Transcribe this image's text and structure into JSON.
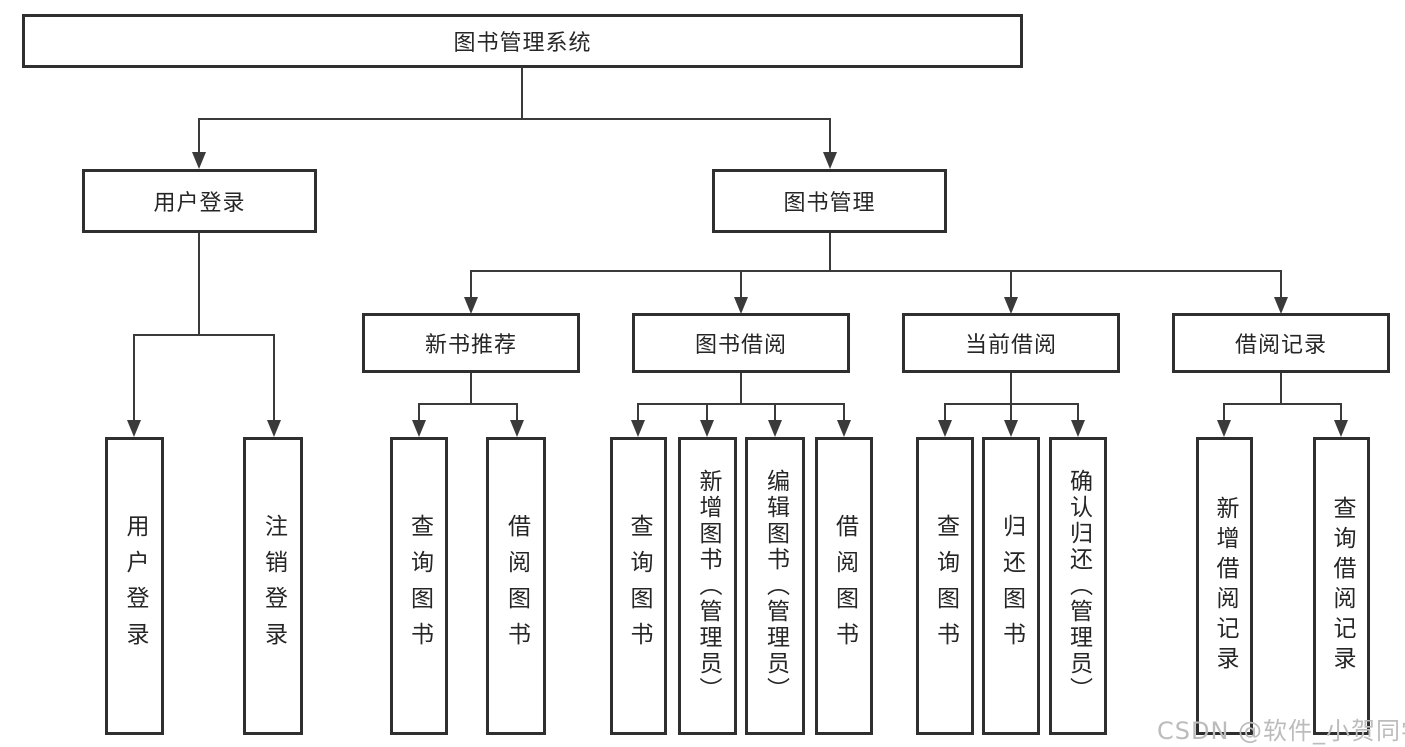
{
  "watermark": "CSDN @软件_小贺同学",
  "colors": {
    "line": "#3a3a3a",
    "box_border": "#2f2f2f",
    "text": "#262626",
    "watermark": "#bcbcbc",
    "background": "#ffffff"
  },
  "diagram": {
    "type": "tree",
    "root": {
      "label": "图书管理系统"
    },
    "branches": [
      {
        "label": "用户登录",
        "children": [
          {
            "label": "用户登录"
          },
          {
            "label": "注销登录"
          }
        ]
      },
      {
        "label": "图书管理",
        "children": [
          {
            "label": "新书推荐",
            "children": [
              {
                "label": "查询图书"
              },
              {
                "label": "借阅图书"
              }
            ]
          },
          {
            "label": "图书借阅",
            "children": [
              {
                "label": "查询图书"
              },
              {
                "label": "新增图书（管理员）"
              },
              {
                "label": "编辑图书（管理员）"
              },
              {
                "label": "借阅图书"
              }
            ]
          },
          {
            "label": "当前借阅",
            "children": [
              {
                "label": "查询图书"
              },
              {
                "label": "归还图书"
              },
              {
                "label": "确认归还（管理员）"
              }
            ]
          },
          {
            "label": "借阅记录",
            "children": [
              {
                "label": "新增借阅记录"
              },
              {
                "label": "查询借阅记录"
              }
            ]
          }
        ]
      }
    ]
  }
}
